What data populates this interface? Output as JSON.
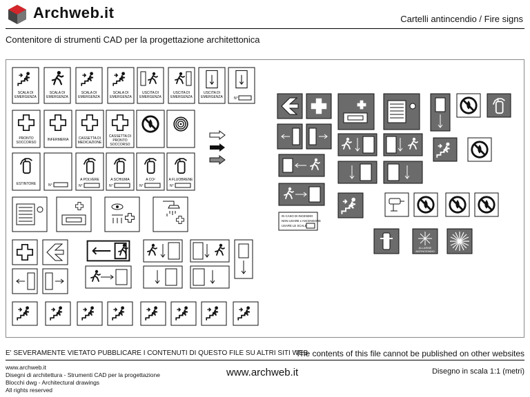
{
  "header": {
    "brand": "Archweb.it",
    "title": "Cartelli antincendio  /  Fire signs",
    "subtitle": "Contenitore di strumenti CAD per la progettazione architettonica"
  },
  "signs": {
    "scala": [
      "SCALA DI",
      "EMERGENZA"
    ],
    "uscita": [
      "USCITA DI",
      "EMERGENZA"
    ],
    "no": "N°",
    "pronto": [
      "PRONTO",
      "SOCCORSO"
    ],
    "infermeria": "INFERMERIA",
    "cassetta_med": [
      "CASSETTA DI",
      "MEDICAZIONE"
    ],
    "cassetta_ps": [
      "CASSETTA DI",
      "PRONTO",
      "SOCCORSO"
    ],
    "estintore": "ESTINTORE",
    "polvere": "A POLVERE",
    "schiuma": "A SCHIUMA",
    "co2": "A CO²",
    "fluobrene": "A FLUOBRENE",
    "incendio_panel": [
      "IN CASO DI INCENDIO",
      "NON USARE L'ASCENSORE",
      "USARE LE SCALE"
    ],
    "allarme": [
      "ALLARME",
      "ANTINCENDIO"
    ]
  },
  "footer": {
    "warning_it": "E' SEVERAMENTE VIETATO PUBBLICARE I CONTENUTI DI QUESTO FILE SU ALTRI SITI WEB",
    "warning_en": "The contents of this file cannot be published on other websites",
    "site": "www.archweb.it",
    "line2": "Disegni di architettura - Strumenti CAD  per la progettazione",
    "line3": "Blocchi dwg - Architectural drawings",
    "line4": "All rights reserved",
    "url": "www.archweb.it",
    "scale": "Disegno in scala 1:1 (metri)"
  },
  "colors": {
    "dark_sign": "#6b6b6b",
    "line": "#111111",
    "frame": "#888888"
  }
}
